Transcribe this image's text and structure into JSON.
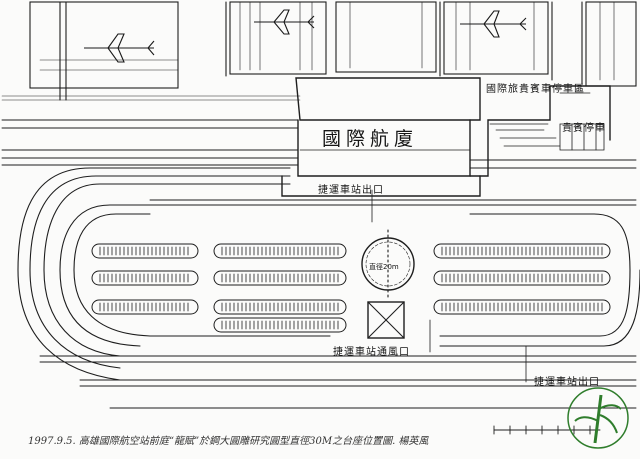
{
  "labels": {
    "terminal": "國際航廈",
    "metro_exit_north": "捷運車站出口",
    "metro_exit_south": "捷運車站通風口",
    "metro_exit_east": "捷運車站出口",
    "hotel_area": "國際旅貴賓車停車區",
    "vip_area": "貴賓停車",
    "circle_note": "直徑20m",
    "caption": "1997.9.5. 高雄國際航空站前庭“龍賦”於鋼大圓雕研究圓型直徑30M之台座位置圖. 楊英風"
  },
  "icons": {
    "airplane": "airplane-icon",
    "bamboo_logo": "bamboo-logo-icon"
  },
  "colors": {
    "paper": "#fbfbfa",
    "ink": "#1c1c1c",
    "logo_green": "#2f7d2c"
  }
}
